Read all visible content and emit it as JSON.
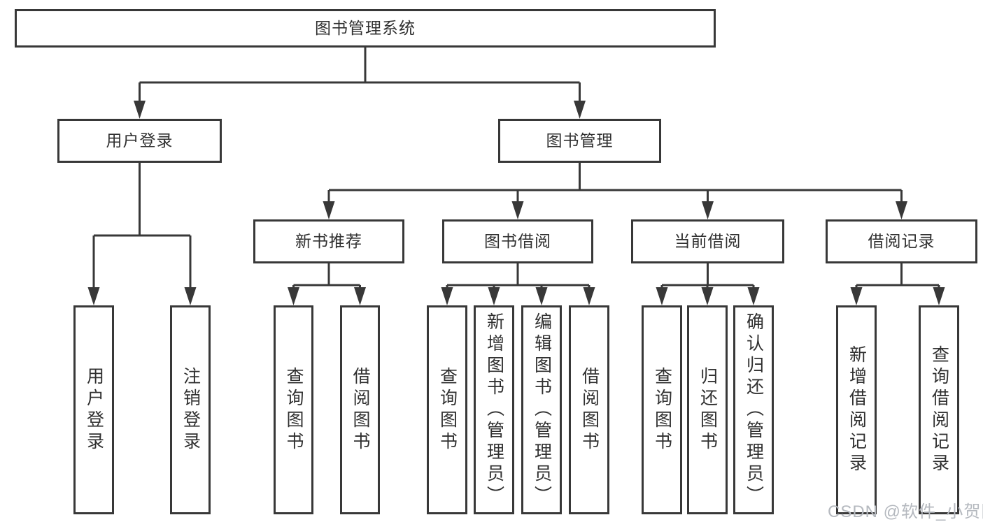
{
  "diagram": {
    "root": {
      "label": "图书管理系统"
    },
    "level2": [
      {
        "label": "用户登录"
      },
      {
        "label": "图书管理"
      }
    ],
    "level3": [
      {
        "label": "新书推荐"
      },
      {
        "label": "图书借阅"
      },
      {
        "label": "当前借阅"
      },
      {
        "label": "借阅记录"
      }
    ],
    "leaves": {
      "user_login": [
        {
          "label": "用户登录"
        },
        {
          "label": "注销登录"
        }
      ],
      "new_book": [
        {
          "label": "查询图书"
        },
        {
          "label": "借阅图书"
        }
      ],
      "book_borrow": [
        {
          "label": "查询图书"
        },
        {
          "label": "新增图书（管理员）"
        },
        {
          "label": "编辑图书（管理员）"
        },
        {
          "label": "借阅图书"
        }
      ],
      "current_borrow": [
        {
          "label": "查询图书"
        },
        {
          "label": "归还图书"
        },
        {
          "label": "确认归还（管理员）"
        }
      ],
      "borrow_record": [
        {
          "label": "新增借阅记录"
        },
        {
          "label": "查询借阅记录"
        }
      ]
    }
  },
  "watermark": {
    "text": "CSDN @软件_小贺同学"
  },
  "colors": {
    "line": "#383838",
    "text": "#303030",
    "watermark": "#b5b9bf",
    "background": "#ffffff"
  }
}
